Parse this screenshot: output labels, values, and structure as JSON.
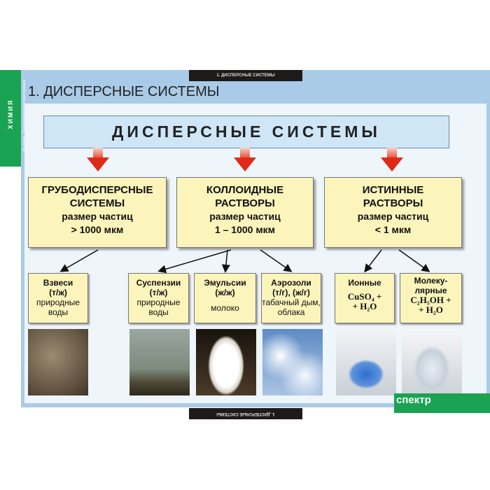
{
  "sidebar": {
    "subject": "ХИМИЯ",
    "topic": "Растворы. Электролитическая диссоциация"
  },
  "header_tab": "1. ДИСПЕРСНЫЕ СИСТЕМЫ",
  "title": "1. ДИСПЕРСНЫЕ  СИСТЕМЫ",
  "banner": "ДИСПЕРСНЫЕ  СИСТЕМЫ",
  "categories": [
    {
      "name1": "ГРУБОДИСПЕРСНЫЕ",
      "name2": "СИСТЕМЫ",
      "size_label": "размер частиц",
      "size": "> 1000 мкм"
    },
    {
      "name1": "КОЛЛОИДНЫЕ",
      "name2": "РАСТВОРЫ",
      "size_label": "размер частиц",
      "size": "1 – 1000 мкм"
    },
    {
      "name1": "ИСТИННЫЕ",
      "name2": "РАСТВОРЫ",
      "size_label": "размер частиц",
      "size": "< 1 мкм"
    }
  ],
  "types": [
    {
      "name": "Взвеси",
      "phase": "(т/ж)",
      "example": "природные воды"
    },
    {
      "name": "Суспензии",
      "phase": "(т/ж)",
      "example": "природные воды"
    },
    {
      "name": "Эмульсии",
      "phase": "(ж/ж)",
      "example": "молоко"
    },
    {
      "name": "Аэрозоли",
      "phase": "(т/г), (ж/г)",
      "example": "табачный дым, облака"
    },
    {
      "name": "Ионные",
      "formula1": "CuSO₄ +",
      "formula2": "+ H₂O"
    },
    {
      "name": "Молеку-лярные",
      "formula1": "C₂H₅OH +",
      "formula2": "+ H₂O"
    }
  ],
  "footer_tab": "1. ДИСПЕРСНЫЕ СИСТЕМЫ",
  "publisher": "спектр"
}
